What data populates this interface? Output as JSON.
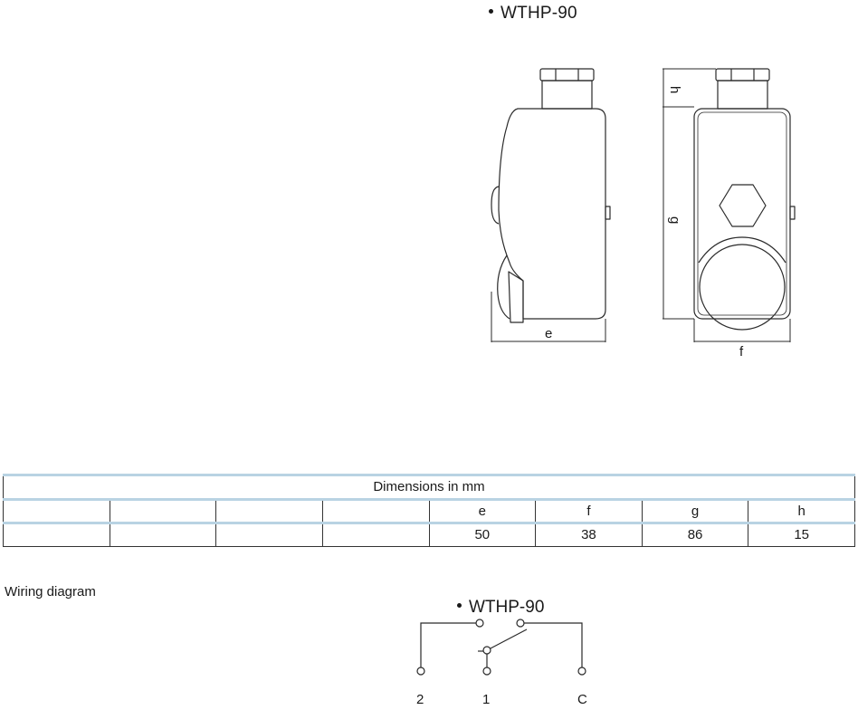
{
  "model_title": "WTHP-90",
  "drawing": {
    "dim_e": "e",
    "dim_f": "f",
    "dim_g": "g",
    "dim_h": "h"
  },
  "table": {
    "caption": "Dimensions in mm",
    "headers": [
      "",
      "",
      "",
      "",
      "e",
      "f",
      "g",
      "h"
    ],
    "values": [
      "",
      "",
      "",
      "",
      "50",
      "38",
      "86",
      "15"
    ]
  },
  "wiring": {
    "section_label": "Wiring diagram",
    "model_title": "WTHP-90",
    "terminals": [
      "2",
      "1",
      "C"
    ]
  }
}
